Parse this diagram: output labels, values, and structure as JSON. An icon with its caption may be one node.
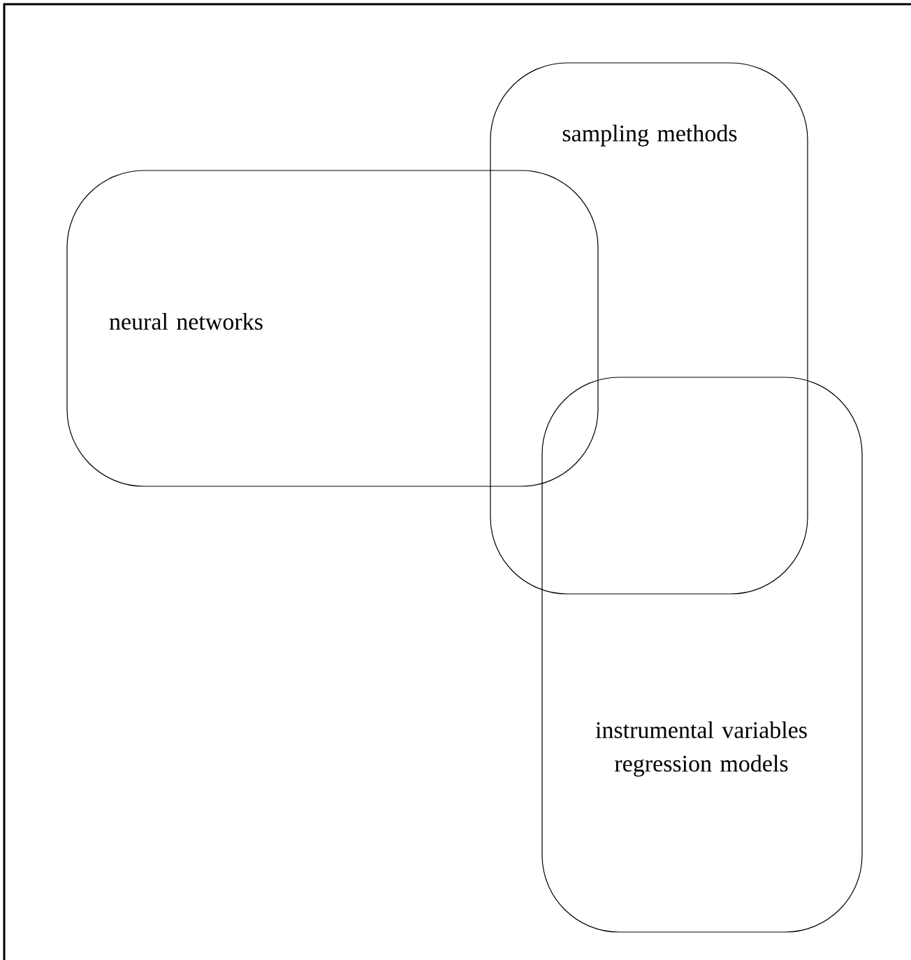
{
  "diagram": {
    "nodes": [
      {
        "text": [
          "neural networks"
        ]
      },
      {
        "text": [
          "sampling methods"
        ]
      },
      {
        "text": [
          "instrumental variables regression models"
        ]
      }
    ]
  }
}
